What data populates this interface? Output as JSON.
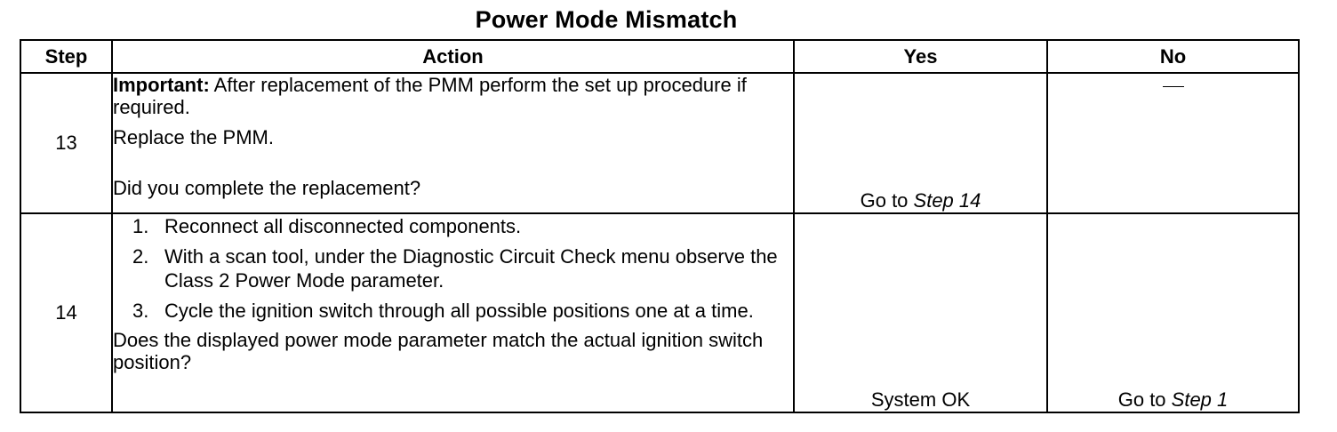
{
  "title": "Power Mode Mismatch",
  "headers": {
    "step": "Step",
    "action": "Action",
    "yes": "Yes",
    "no": "No"
  },
  "rows": [
    {
      "step": "13",
      "important_label": "Important:",
      "important_text": "After replacement of the PMM perform the set up procedure if required.",
      "instruction": "Replace the PMM.",
      "question": "Did you complete the replacement?",
      "yes_prefix": "Go to ",
      "yes_link": "Step 14",
      "no": "—"
    },
    {
      "step": "14",
      "items": [
        {
          "num": "1.",
          "text": "Reconnect all disconnected components."
        },
        {
          "num": "2.",
          "text": "With a scan tool, under the Diagnostic Circuit Check menu observe the Class 2 Power Mode parameter."
        },
        {
          "num": "3.",
          "text": "Cycle the ignition switch through all possible positions one at a time."
        }
      ],
      "question": "Does the displayed power mode parameter match the actual ignition switch position?",
      "yes": "System OK",
      "no_prefix": "Go to ",
      "no_link": "Step 1"
    }
  ]
}
